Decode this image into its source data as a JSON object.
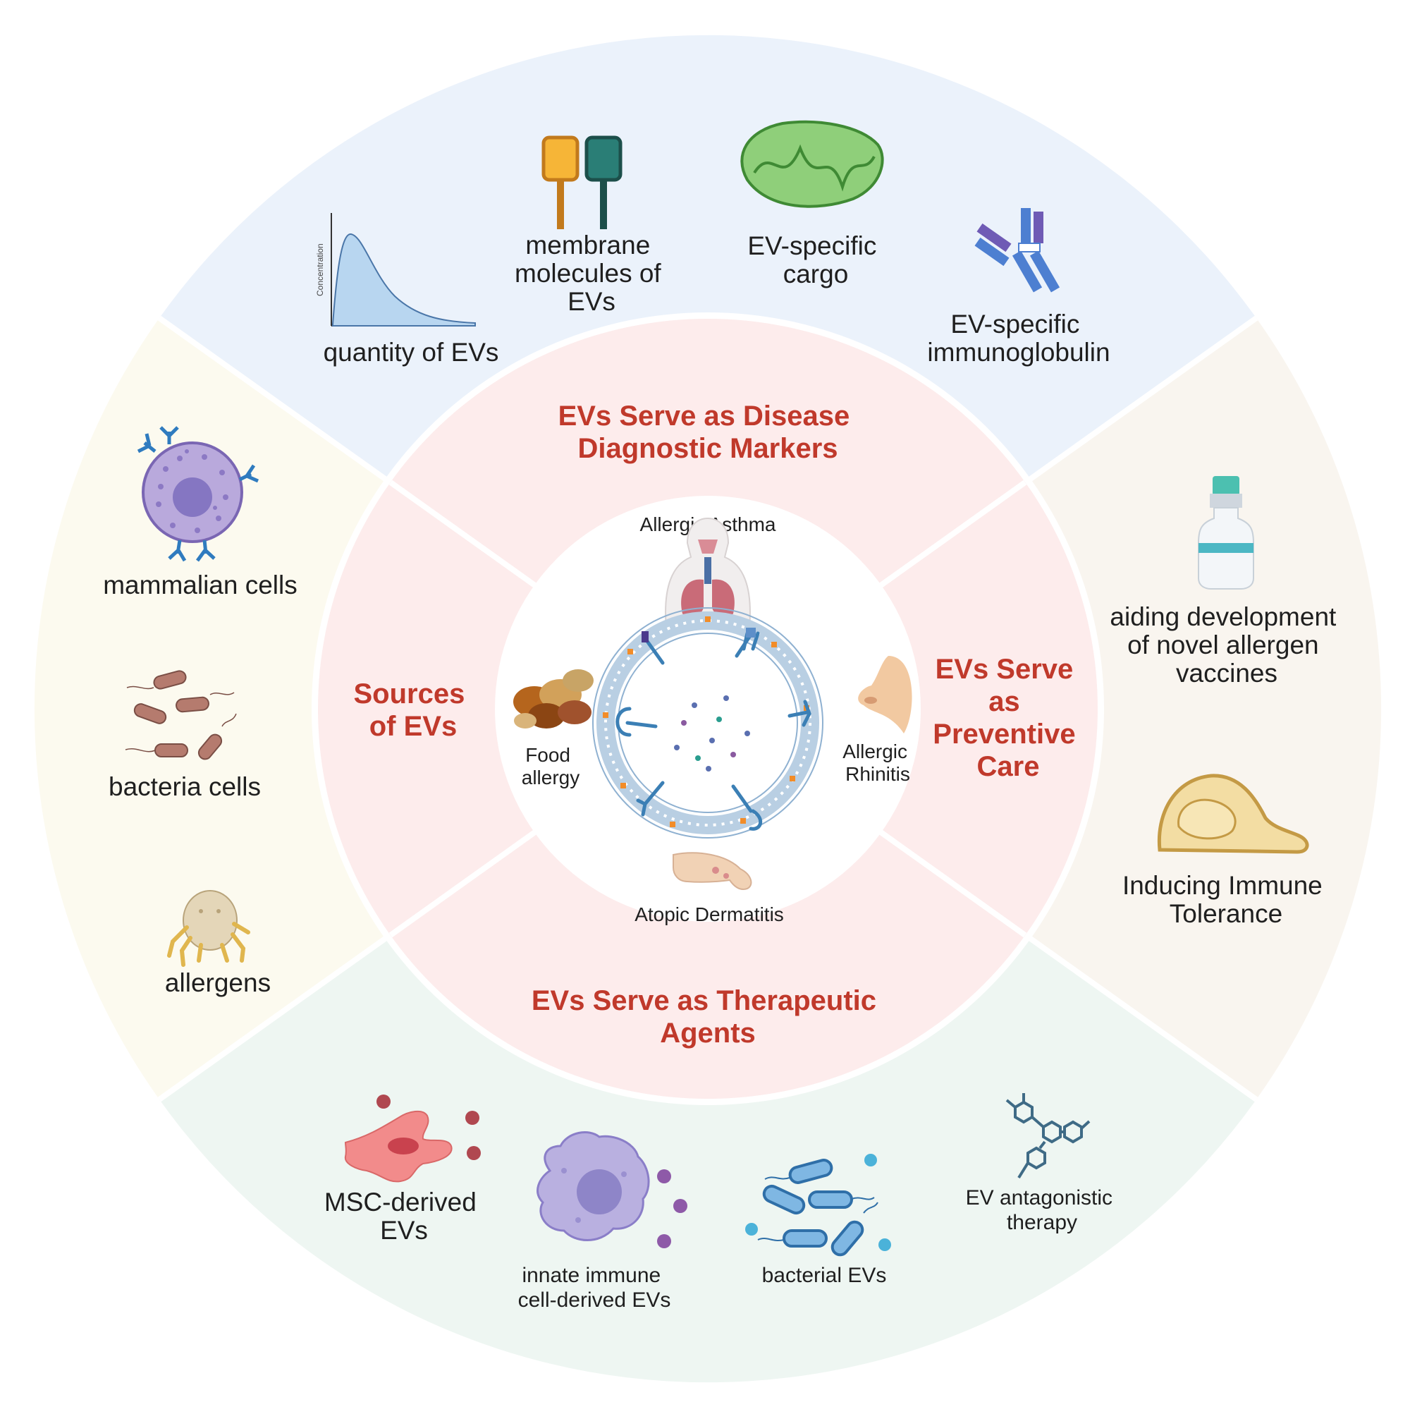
{
  "colors": {
    "outer_top": "#ebf2fb",
    "outer_left": "#fcfaef",
    "outer_right": "#f9f5ef",
    "outer_bottom": "#eef6f2",
    "middle_ring": "#fdecec",
    "heading": "#c0392b"
  },
  "middle": {
    "top_heading": [
      "EVs Serve as Disease",
      "Diagnostic Markers"
    ],
    "left_heading": [
      "Sources",
      "of EVs"
    ],
    "right_heading": [
      "EVs Serve",
      "as",
      "Preventive",
      "Care"
    ],
    "bottom_heading": [
      "EVs Serve as Therapeutic",
      "Agents"
    ]
  },
  "center": {
    "top_label": "Allergic Asthma",
    "left_label": [
      "Food",
      "allergy"
    ],
    "right_label": [
      "Allergic",
      "Rhinitis"
    ],
    "bottom_label": "Atopic Dermatitis"
  },
  "outer_top": {
    "quantity_label": "quantity of EVs",
    "axis_label": "Concentration",
    "membrane_label": [
      "membrane",
      "molecules of",
      "EVs"
    ],
    "cargo_label": [
      "EV-specific",
      "cargo"
    ],
    "immunoglobulin_label": [
      "EV-specific",
      "immunoglobulin"
    ]
  },
  "outer_left": {
    "mammalian_label": "mammalian cells",
    "bacteria_label": "bacteria cells",
    "allergens_label": "allergens"
  },
  "outer_right": {
    "vaccines_label": [
      "aiding development",
      "of novel allergen",
      "vaccines"
    ],
    "tolerance_label": [
      "Inducing Immune",
      "Tolerance"
    ]
  },
  "outer_bottom": {
    "msc_label": [
      "MSC-derived",
      "EVs"
    ],
    "innate_label": [
      "innate immune",
      "cell-derived EVs"
    ],
    "bacterial_label": "bacterial EVs",
    "antagonistic_label": [
      "EV antagonistic",
      "therapy"
    ]
  },
  "icons": [
    "distribution-curve-icon",
    "membrane-molecule-icon",
    "mitochondrion-icon",
    "antibody-icon",
    "immune-cell-icon",
    "bacteria-icon",
    "dust-mite-icon",
    "vaccine-vial-icon",
    "cell-icon",
    "msc-cell-icon",
    "innate-immune-cell-icon",
    "bacterial-ev-icon",
    "molecule-icon",
    "lungs-icon",
    "peanuts-icon",
    "nose-icon",
    "hand-icon",
    "extracellular-vesicle-icon"
  ]
}
